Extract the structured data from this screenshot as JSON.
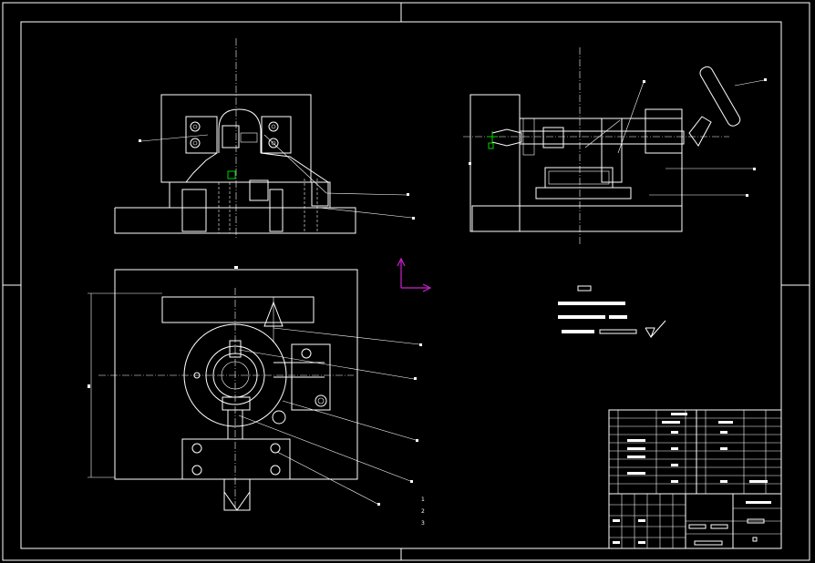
{
  "drawing": {
    "background": "#000000",
    "line_color": "#ffffff",
    "ucs_icon_color": "#d020d0",
    "marker_color": "#00d000",
    "part_numbers": [
      "1",
      "2",
      "3"
    ]
  }
}
